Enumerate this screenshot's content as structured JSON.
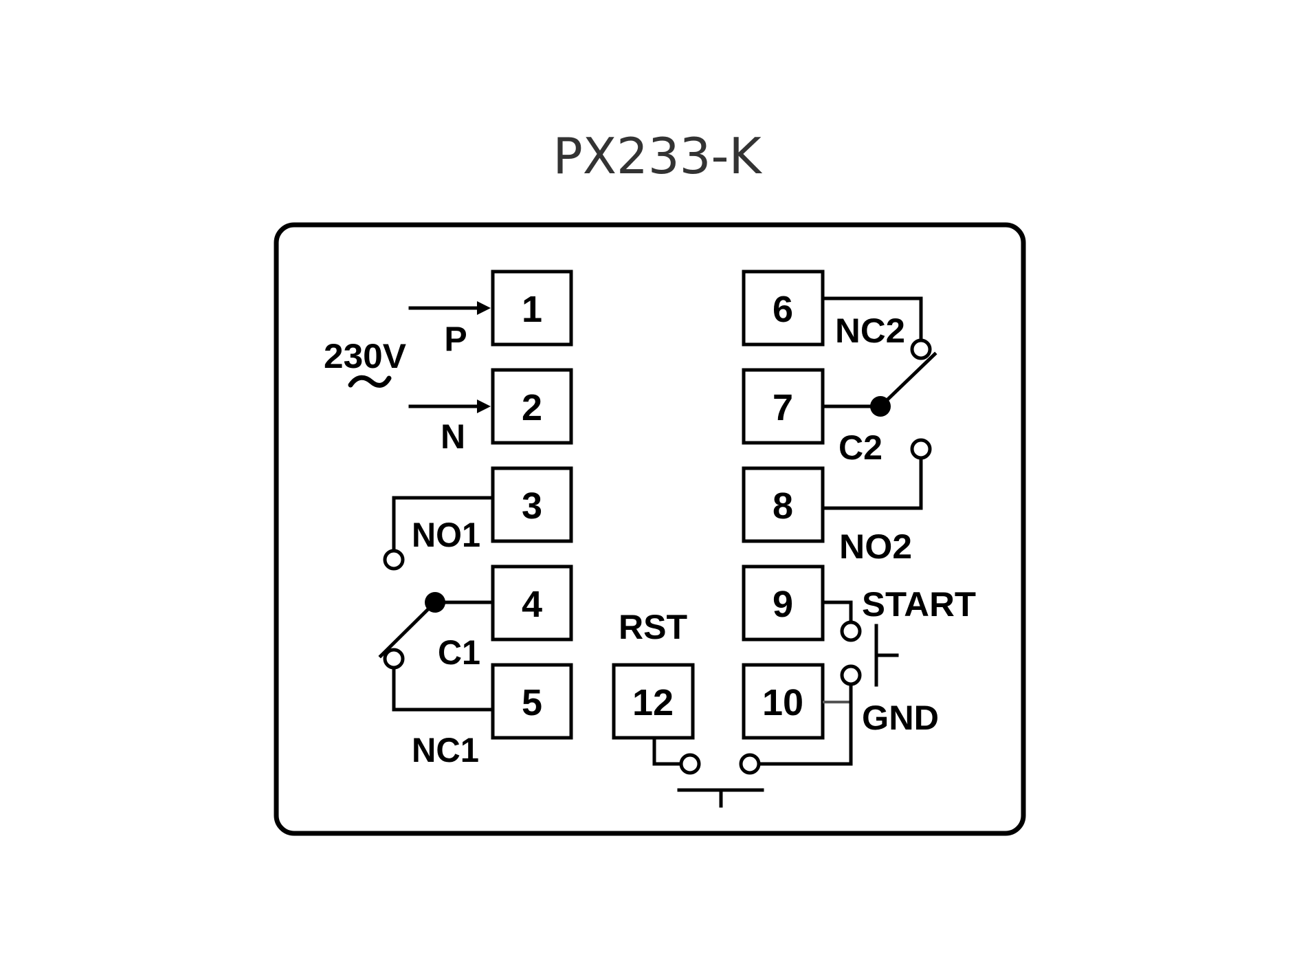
{
  "title": "PX233-K",
  "colors": {
    "title": "#333333",
    "line": "#000000",
    "gnd_link": "#555555",
    "background": "#ffffff"
  },
  "supply": {
    "voltage_label": "230V",
    "ac_symbol": "~",
    "phase_label": "P",
    "neutral_label": "N"
  },
  "terminals": {
    "t1": "1",
    "t2": "2",
    "t3": "3",
    "t4": "4",
    "t5": "5",
    "t6": "6",
    "t7": "7",
    "t8": "8",
    "t9": "9",
    "t10": "10",
    "t12": "12"
  },
  "relay1": {
    "no": "NO1",
    "common": "C1",
    "nc": "NC1"
  },
  "relay2": {
    "nc": "NC2",
    "common": "C2",
    "no": "NO2"
  },
  "inputs": {
    "start": "START",
    "gnd": "GND",
    "reset": "RST"
  }
}
